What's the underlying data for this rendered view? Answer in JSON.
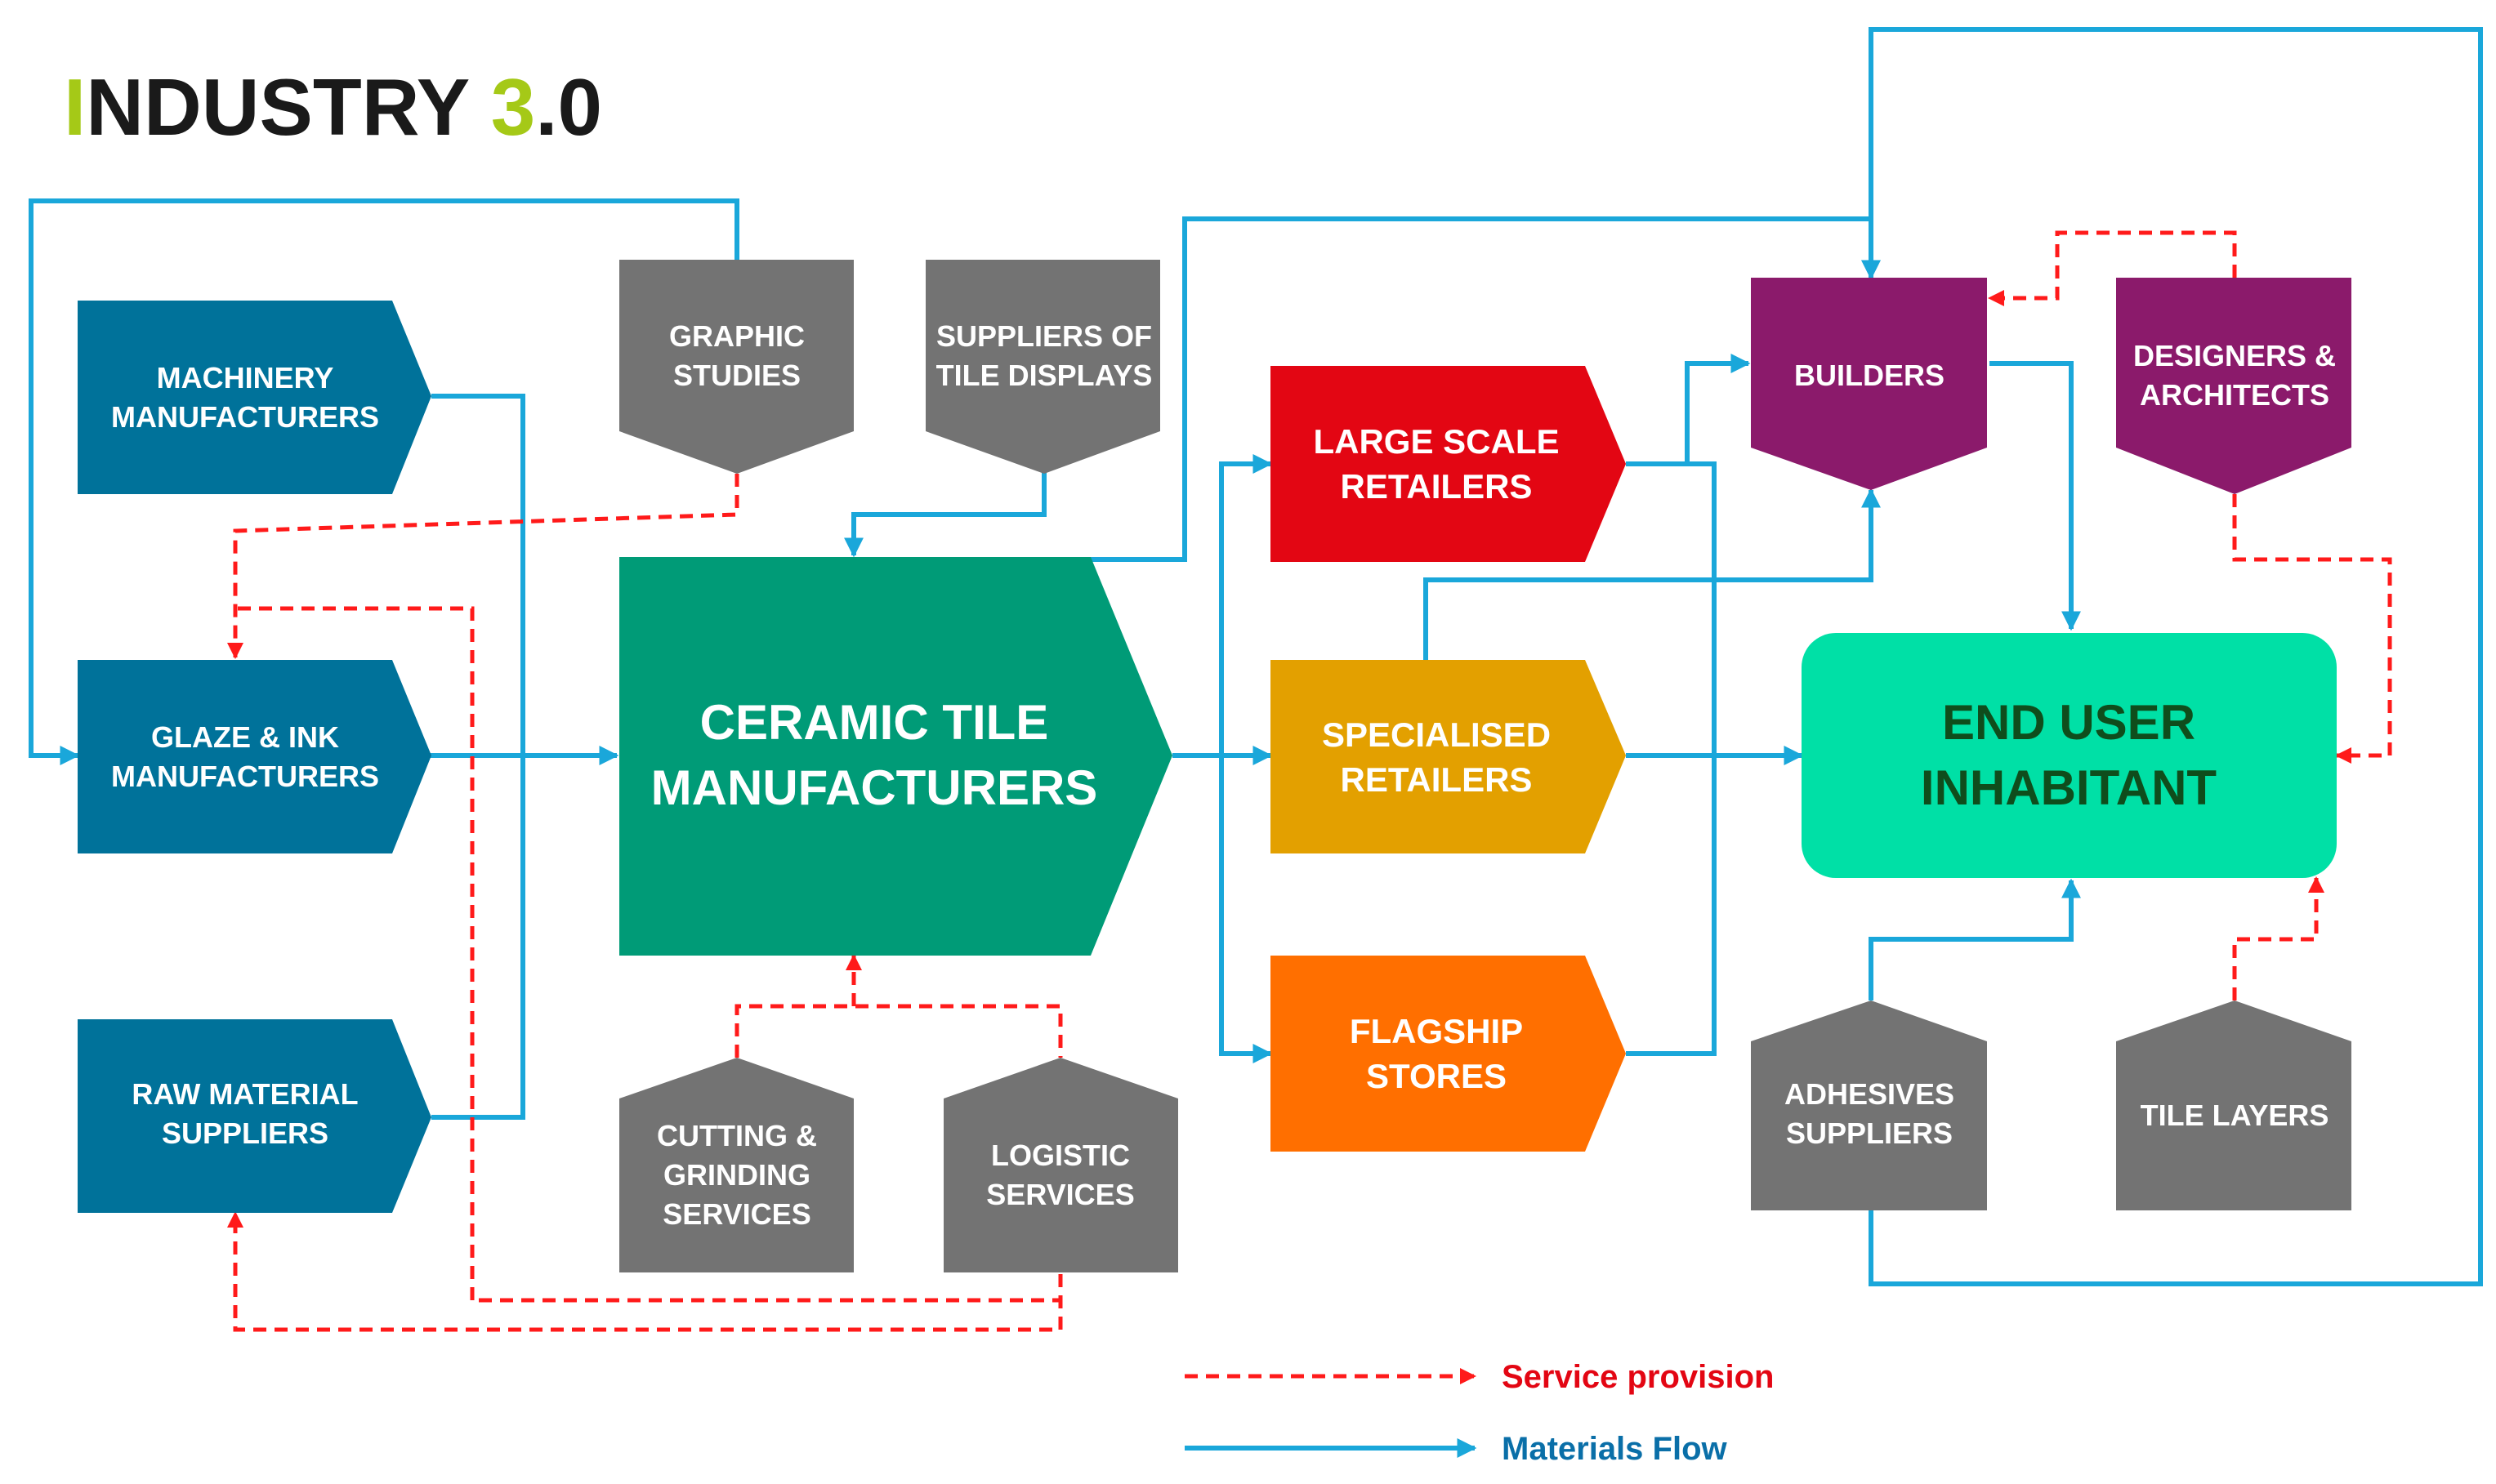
{
  "title": {
    "prefix": "I",
    "main": "NDUSTRY ",
    "version_first": "3",
    "version_rest": ".0"
  },
  "colors": {
    "accent_green": "#A5C917",
    "title_dark": "#1A1A1A",
    "suppliers_blue": "#00729A",
    "services_gray": "#737373",
    "manufacturer_green": "#009B77",
    "large_scale_red": "#E30613",
    "specialised_gold": "#E3A000",
    "flagship_orange": "#FF6F00",
    "builders_purple": "#8B1A6B",
    "end_user_mint": "#00E0A6",
    "end_user_text": "#0F4D1C",
    "materials_flow": "#1AA7DA",
    "service_provision": "#FF1A1A",
    "legend_service_text": "#E30613",
    "legend_materials_text": "#0A6FA8"
  },
  "nodes": {
    "machinery": [
      "MACHINERY",
      "MANUFACTURERS"
    ],
    "glaze": [
      "GLAZE & INK",
      "MANUFACTURERS"
    ],
    "raw": [
      "RAW MATERIAL",
      "SUPPLIERS"
    ],
    "graphic": [
      "GRAPHIC",
      "STUDIES"
    ],
    "displays": [
      "SUPPLIERS OF",
      "TILE DISPLAYS"
    ],
    "ceramic": [
      "CERAMIC TILE",
      "MANUFACTURERS"
    ],
    "cutting": [
      "CUTTING &",
      "GRINDING",
      "SERVICES"
    ],
    "logistic": [
      "LOGISTIC",
      "SERVICES"
    ],
    "large": [
      "LARGE SCALE",
      "RETAILERS"
    ],
    "specialised": [
      "SPECIALISED",
      "RETAILERS"
    ],
    "flagship": [
      "FLAGSHIP",
      "STORES"
    ],
    "builders": [
      "BUILDERS"
    ],
    "designers": [
      "DESIGNERS &",
      "ARCHITECTS"
    ],
    "enduser": [
      "END USER",
      "INHABITANT"
    ],
    "adhesives": [
      "ADHESIVES",
      "SUPPLIERS"
    ],
    "tilelayers": [
      "TILE LAYERS"
    ]
  },
  "legend": {
    "service": "Service provision",
    "materials": "Materials Flow"
  }
}
